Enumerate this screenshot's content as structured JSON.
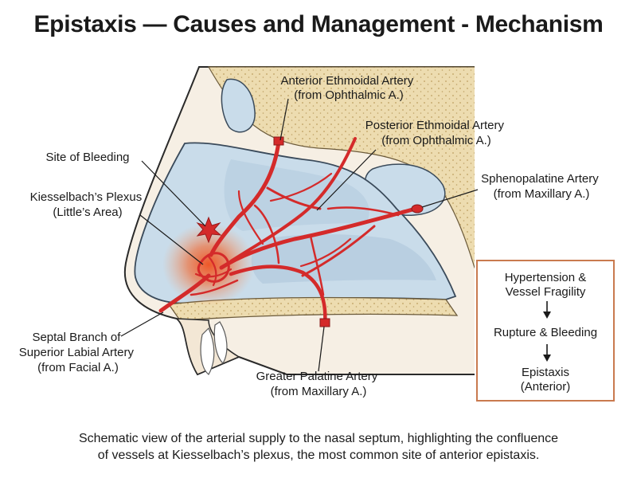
{
  "title": "Epistaxis — Causes and Management - Mechanism",
  "labels": {
    "anterior_ethmoidal": [
      "Anterior Ethmoidal Artery",
      "(from Ophthalmic A.)"
    ],
    "posterior_ethmoidal": [
      "Posterior Ethmoidal Artery",
      "(from Ophthalmic A.)"
    ],
    "sphenopalatine": [
      "Sphenopalatine Artery",
      "(from Maxillary A.)"
    ],
    "site_of_bleeding": [
      "Site of Bleeding"
    ],
    "kiesselbach": [
      "Kiesselbach’s Plexus",
      "(Little’s Area)"
    ],
    "septal_branch": [
      "Septal Branch of",
      "Superior Labial Artery",
      "(from Facial A.)"
    ],
    "greater_palatine": [
      "Greater Palatine Artery",
      "(from Maxillary A.)"
    ]
  },
  "flow": {
    "step1": "Hypertension &\nVessel Fragility",
    "step2": "Rupture & Bleeding",
    "step3": "Epistaxis\n(Anterior)"
  },
  "caption": "Schematic view of the arterial supply to the nasal septum, highlighting the confluence\nof vessels at Kiesselbach’s plexus, the most common site of anterior epistaxis.",
  "colors": {
    "artery": "#d42a2a",
    "bleed_glow": "#f05a2a",
    "flow_border": "#c97a4f",
    "cavity": "#c9dcea",
    "bone": "#ecdcb0",
    "skin": "#f6efe4"
  }
}
